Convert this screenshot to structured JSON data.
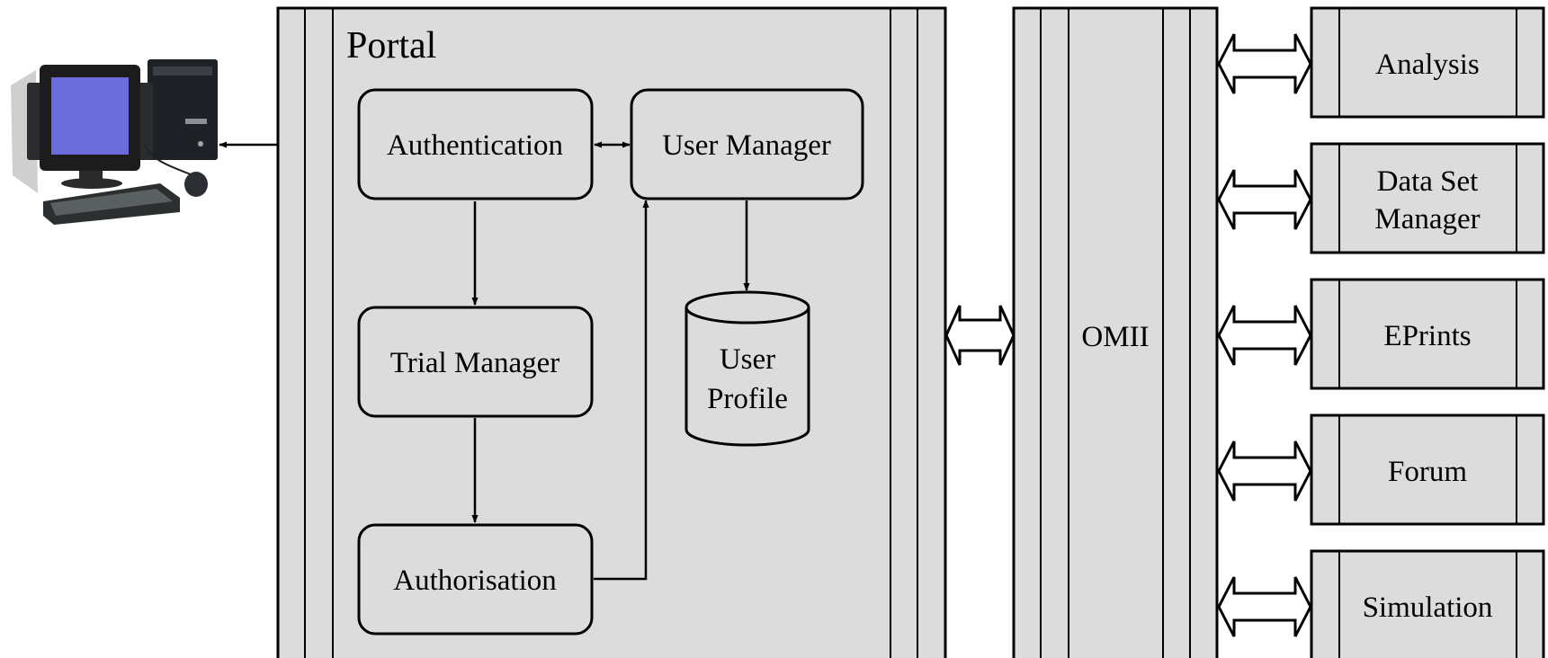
{
  "portal": {
    "title": "Portal",
    "authentication": "Authentication",
    "user_manager": "User Manager",
    "trial_manager": "Trial Manager",
    "authorisation": "Authorisation",
    "user_profile_line1": "User",
    "user_profile_line2": "Profile"
  },
  "middleware": {
    "label": "OMII"
  },
  "services": {
    "analysis": "Analysis",
    "data_set_line1": "Data Set",
    "data_set_line2": "Manager",
    "eprints": "EPrints",
    "forum": "Forum",
    "simulation": "Simulation"
  },
  "colors": {
    "panel_fill": "#dcdcdc",
    "stroke": "#000000",
    "monitor_screen": "#6b6bdc"
  },
  "icons": [
    "computer-icon"
  ]
}
